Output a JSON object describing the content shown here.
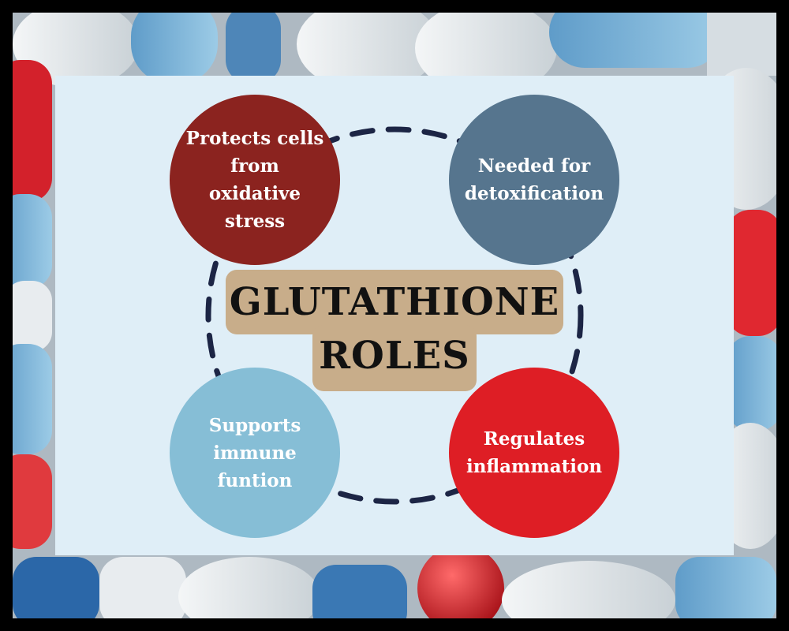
{
  "diagram": {
    "title_line1": "GLUTATHIONE",
    "title_line2": "ROLES",
    "nodes": [
      {
        "id": "top-left",
        "lines": [
          "Protects cells",
          "from",
          "oxidative",
          "stress"
        ],
        "color": "#8b231f"
      },
      {
        "id": "top-right",
        "lines": [
          "Needed for",
          "detoxification"
        ],
        "color": "#56758e"
      },
      {
        "id": "bottom-left",
        "lines": [
          "Supports",
          "immune",
          "funtion"
        ],
        "color": "#86bed6"
      },
      {
        "id": "bottom-right",
        "lines": [
          "Regulates",
          "inflammation"
        ],
        "color": "#de1e25"
      }
    ],
    "colors": {
      "panel": "#dfeef7",
      "title_box": "#c8ad8a",
      "dashed_ring": "#1c2545",
      "frame": "#000000"
    }
  }
}
